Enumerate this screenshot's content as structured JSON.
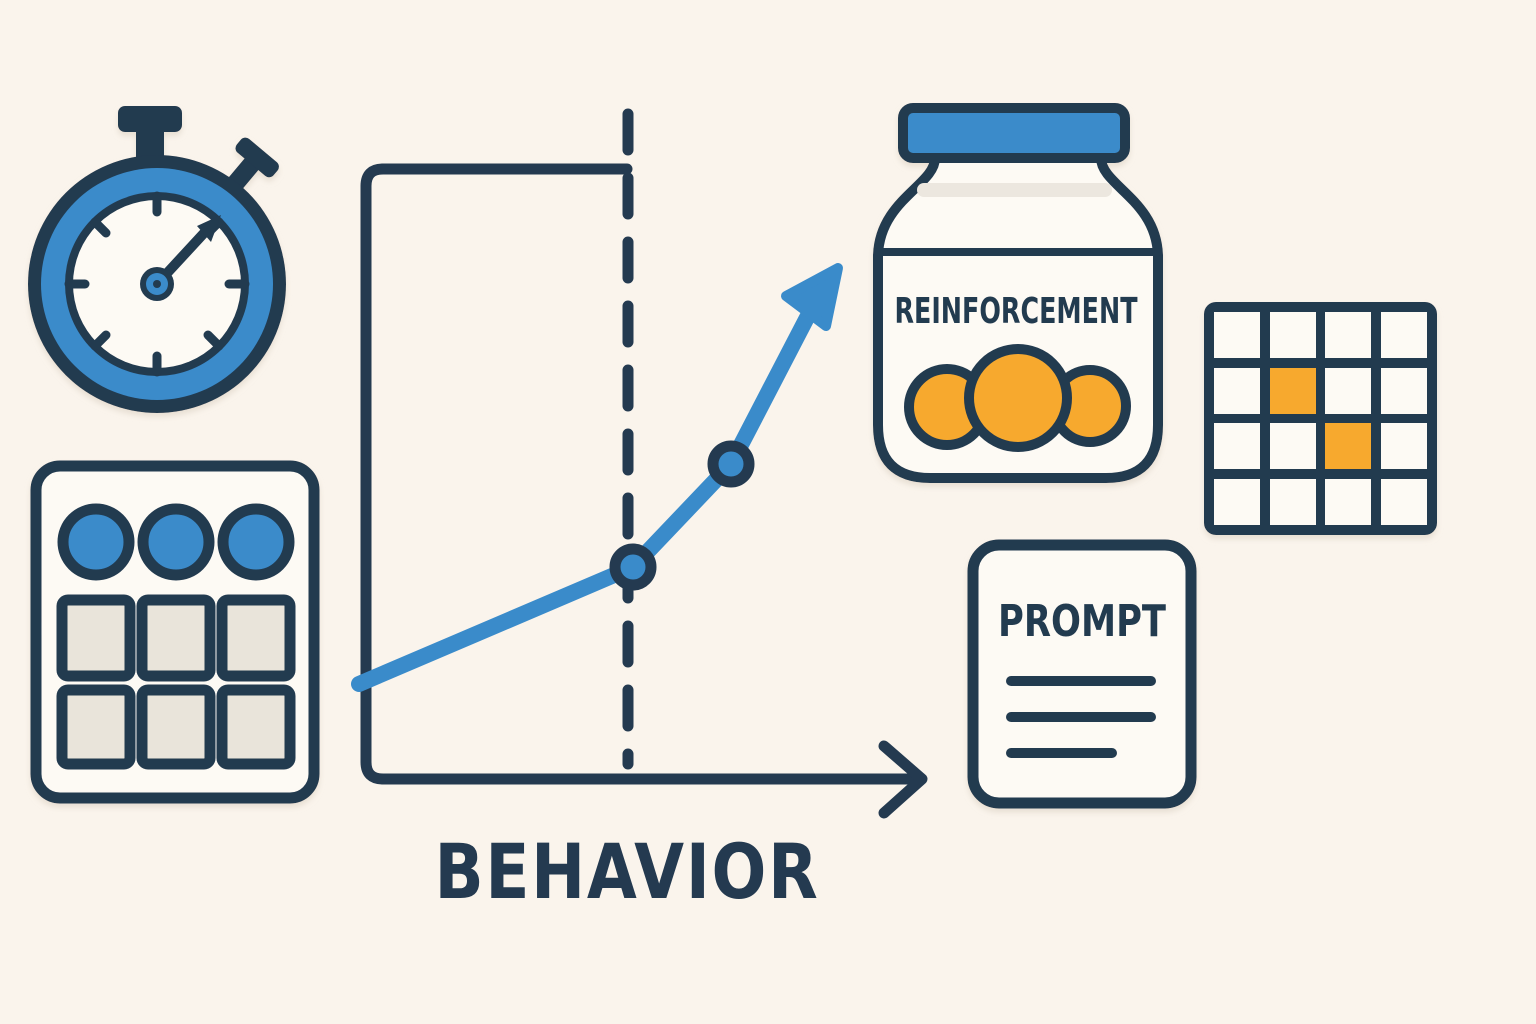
{
  "palette": {
    "bg": "#faf4ec",
    "navy": "#243a50",
    "blue": "#3a8bca",
    "orange": "#f7a92e",
    "cream": "#fdfaf4",
    "beige": "#e9e4da"
  },
  "stopwatch": {
    "tick_count": 8,
    "hand_direction": "upper-right"
  },
  "keypad": {
    "circle_count": 3,
    "square_count": 6
  },
  "chart": {
    "xlabel": "BEHAVIOR",
    "type": "line",
    "trend": "rising",
    "marked_points": 2,
    "has_dashed_threshold": true,
    "arrow_ends": [
      "x-axis-right",
      "trend-upper-right"
    ]
  },
  "jar": {
    "label": "REINFORCEMENT",
    "candy_count": 3
  },
  "grid": {
    "rows": 4,
    "cols": 4,
    "highlighted_cells": [
      [
        1,
        1
      ],
      [
        2,
        2
      ]
    ]
  },
  "prompt_card": {
    "label": "PROMPT",
    "text_line_count": 3
  }
}
